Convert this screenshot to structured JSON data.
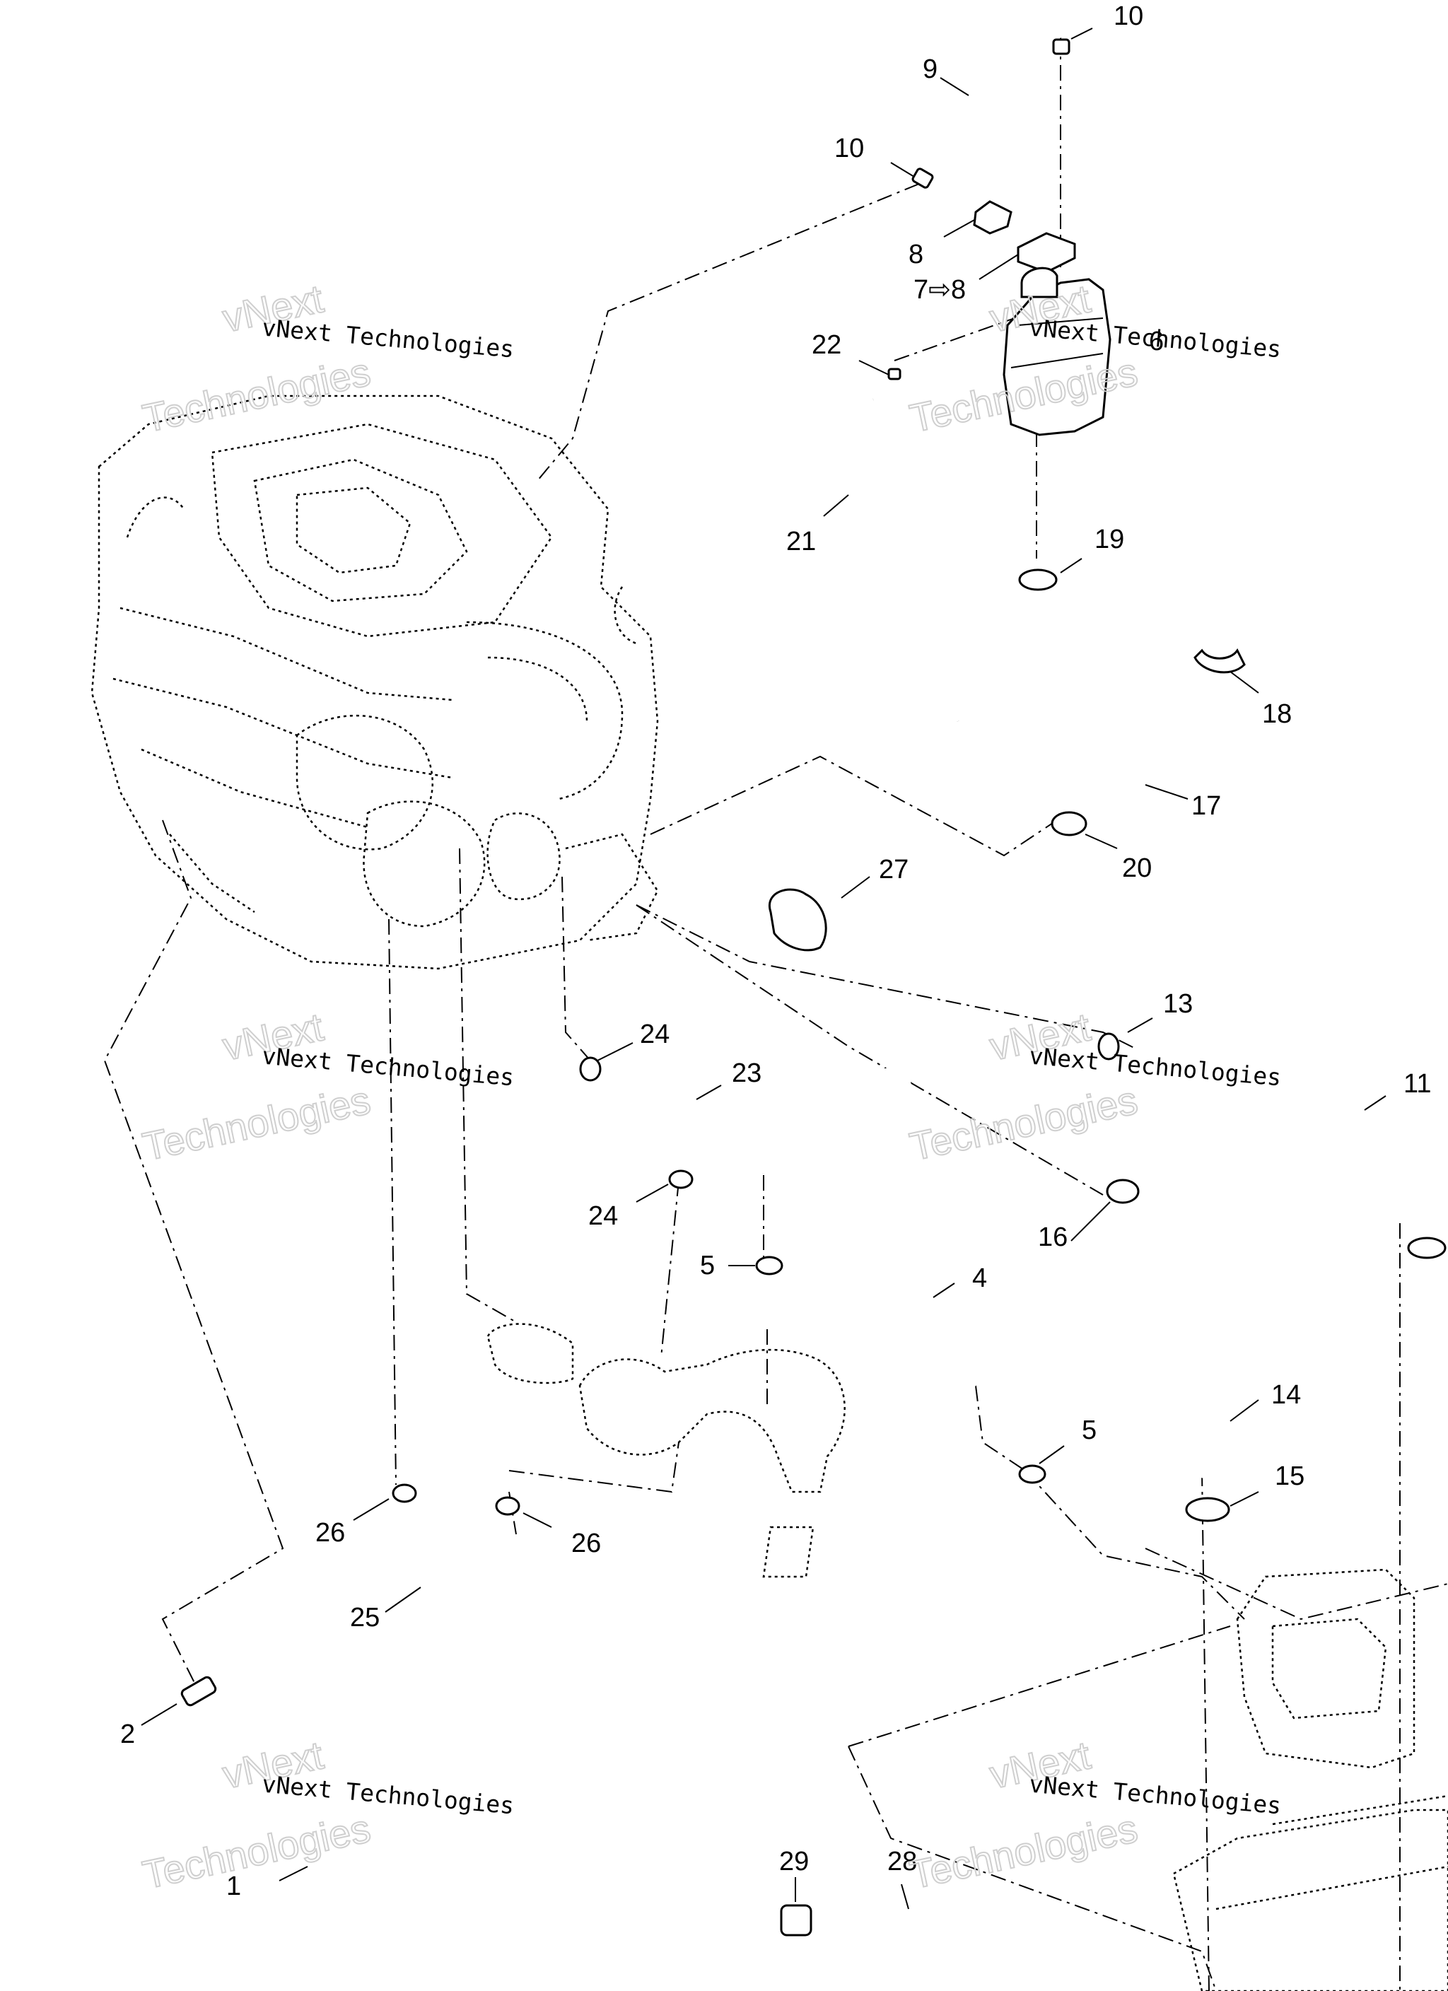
{
  "watermark": {
    "line1": "vNext",
    "line2": "vNext Technologies",
    "line3": "Technologies"
  },
  "callouts": [
    {
      "id": "1",
      "text": "1"
    },
    {
      "id": "2",
      "text": "2"
    },
    {
      "id": "4",
      "text": "4"
    },
    {
      "id": "5a",
      "text": "5"
    },
    {
      "id": "5b",
      "text": "5"
    },
    {
      "id": "6",
      "text": "6"
    },
    {
      "id": "7",
      "text": "7⇨8"
    },
    {
      "id": "8",
      "text": "8"
    },
    {
      "id": "9",
      "text": "9"
    },
    {
      "id": "10a",
      "text": "10"
    },
    {
      "id": "10b",
      "text": "10"
    },
    {
      "id": "11",
      "text": "11"
    },
    {
      "id": "13",
      "text": "13"
    },
    {
      "id": "14",
      "text": "14"
    },
    {
      "id": "15",
      "text": "15"
    },
    {
      "id": "16",
      "text": "16"
    },
    {
      "id": "17",
      "text": "17"
    },
    {
      "id": "18",
      "text": "18"
    },
    {
      "id": "19",
      "text": "19"
    },
    {
      "id": "20",
      "text": "20"
    },
    {
      "id": "21",
      "text": "21"
    },
    {
      "id": "22",
      "text": "22"
    },
    {
      "id": "23",
      "text": "23"
    },
    {
      "id": "24a",
      "text": "24"
    },
    {
      "id": "24b",
      "text": "24"
    },
    {
      "id": "25",
      "text": "25"
    },
    {
      "id": "26a",
      "text": "26"
    },
    {
      "id": "26b",
      "text": "26"
    },
    {
      "id": "27",
      "text": "27"
    },
    {
      "id": "28",
      "text": "28"
    },
    {
      "id": "29",
      "text": "29"
    }
  ]
}
